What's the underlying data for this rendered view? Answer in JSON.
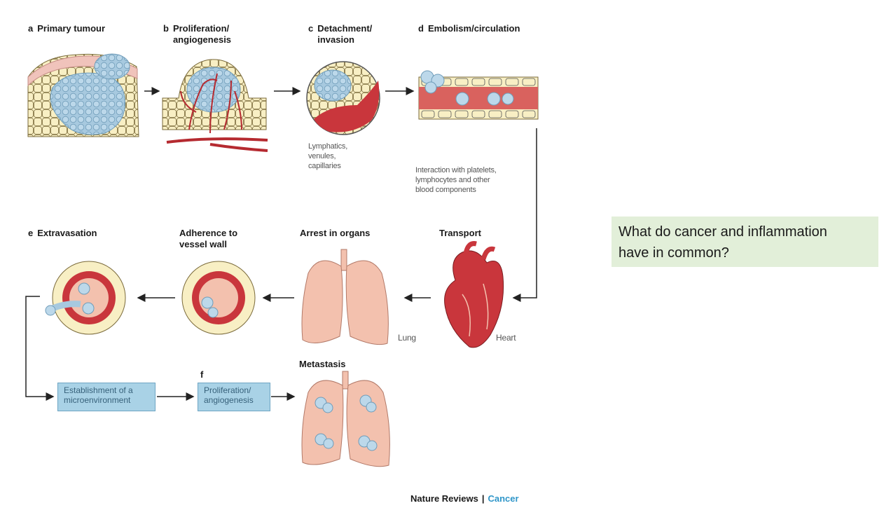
{
  "steps": {
    "a": {
      "letter": "a",
      "title": "Primary tumour"
    },
    "b": {
      "letter": "b",
      "title": "Proliferation/\nangiogenesis"
    },
    "c": {
      "letter": "c",
      "title": "Detachment/\ninvasion",
      "note": "Lymphatics,\nvenules,\ncapillaries"
    },
    "d": {
      "letter": "d",
      "title": "Embolism/circulation",
      "note": "Interaction with platelets,\nlymphocytes and other\nblood components"
    },
    "transport": {
      "title": "Transport",
      "organ": "Heart"
    },
    "arrest": {
      "title": "Arrest in organs",
      "organ": "Lung"
    },
    "adherence": {
      "title": "Adherence to\nvessel wall"
    },
    "e": {
      "letter": "e",
      "title": "Extravasation"
    },
    "microenvironment": {
      "label": "Establishment of a\nmicroenvironment"
    },
    "f": {
      "letter": "f",
      "label": "Proliferation/\nangiogenesis"
    },
    "metastasis": {
      "title": "Metastasis"
    }
  },
  "credit": {
    "publisher": "Nature Reviews",
    "separator": "|",
    "journal": "Cancer"
  },
  "question": "What do cancer and inflammation\nhave in common?",
  "colors": {
    "cell": "#f8efc4",
    "tumour": "#a7c9df",
    "vessel": "#c9363c",
    "lung": "#f3c1ae",
    "box": "#a9d2e6",
    "note_bg": "#e2efd9",
    "accent": "#2f96c9"
  }
}
